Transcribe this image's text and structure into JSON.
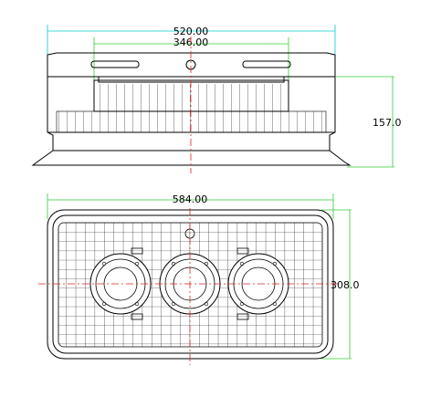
{
  "side_view": {
    "width_overall": "520.00",
    "width_inner": "346.00",
    "height": "157.0"
  },
  "top_view": {
    "length": "584.00",
    "width": "308.0"
  },
  "colors": {
    "outline": "#000000",
    "dimension": "#33cc33",
    "dimension_alt": "#00cccc",
    "centerline": "#e02020"
  }
}
